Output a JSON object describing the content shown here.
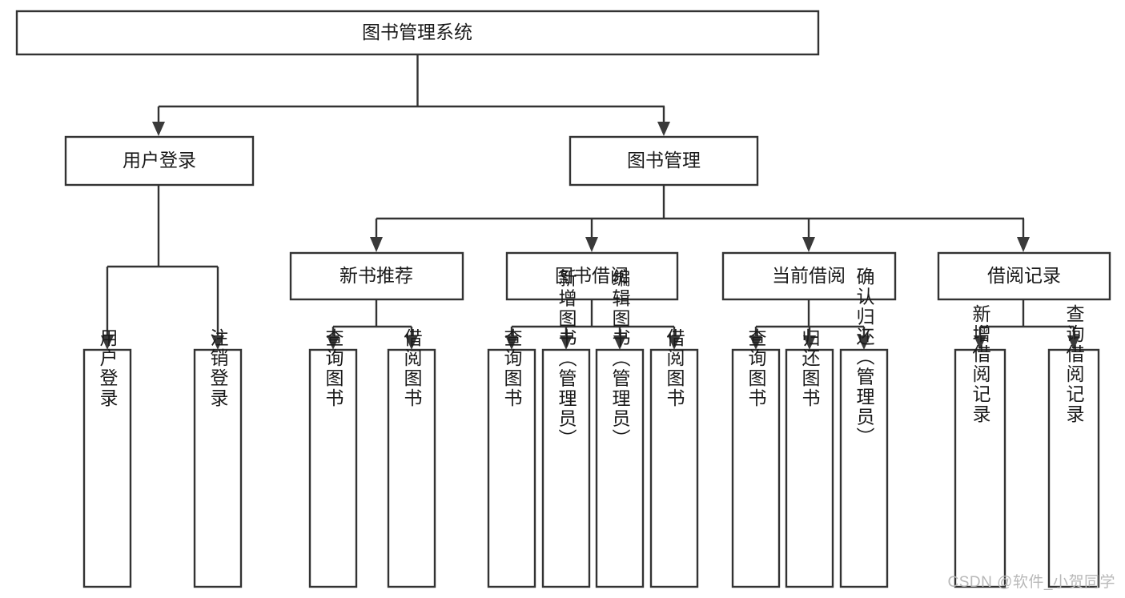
{
  "diagram": {
    "type": "tree-hierarchy-chart",
    "title": "图书管理系统",
    "orientation": "top-down",
    "colors": {
      "box_fill": "#ffffff",
      "box_stroke": "#333333",
      "line": "#333333",
      "arrow": "#3a3a3a",
      "text": "#1a1a1a",
      "watermark": "#b8b8b8"
    },
    "levels": {
      "root": {
        "label": "图书管理系统"
      },
      "level2": [
        {
          "label": "用户登录"
        },
        {
          "label": "图书管理"
        }
      ],
      "level3": [
        {
          "label": "新书推荐"
        },
        {
          "label": "图书借阅"
        },
        {
          "label": "当前借阅"
        },
        {
          "label": "借阅记录"
        }
      ],
      "leaves": {
        "user_login": [
          {
            "label": "用户登录"
          },
          {
            "label": "注销登录"
          }
        ],
        "new_book_recommend": [
          {
            "label": "查询图书"
          },
          {
            "label": "借阅图书"
          }
        ],
        "book_borrow": [
          {
            "label": "查询图书"
          },
          {
            "label": "新增图书（管理员）"
          },
          {
            "label": "编辑图书（管理员）"
          },
          {
            "label": "借阅图书"
          }
        ],
        "current_borrow": [
          {
            "label": "查询图书"
          },
          {
            "label": "归还图书"
          },
          {
            "label": "确认归还（管理员）"
          }
        ],
        "borrow_record": [
          {
            "label": "新增借阅记录"
          },
          {
            "label": "查询借阅记录"
          }
        ]
      }
    }
  },
  "watermark": {
    "text": "CSDN @软件_小贺同学"
  }
}
